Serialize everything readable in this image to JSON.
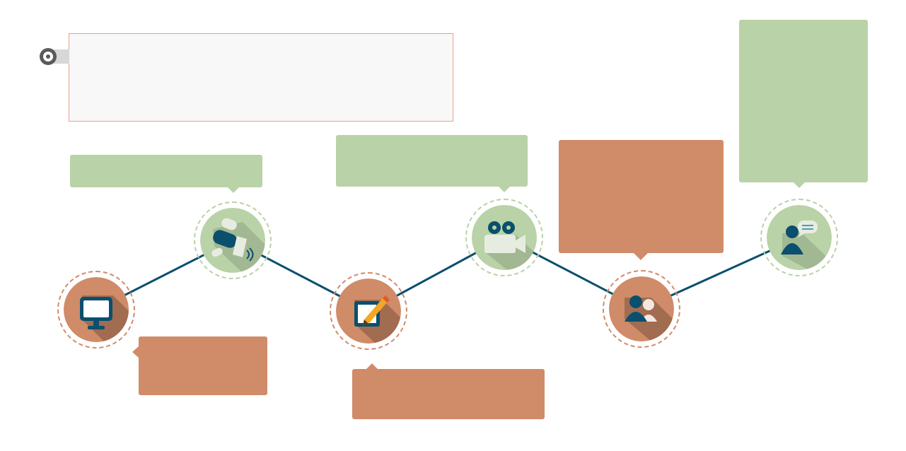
{
  "title_box": {
    "text": ""
  },
  "colors": {
    "connector": "#0a4f6e",
    "green": "#b9d2a7",
    "orange": "#d08b68",
    "icon_dark": "#0a4f6e",
    "title_border": "#e9a08a"
  },
  "nodes": [
    {
      "icon": "monitor-icon",
      "color": "orange"
    },
    {
      "icon": "gamepad-icon",
      "color": "green"
    },
    {
      "icon": "edit-pencil-icon",
      "color": "orange"
    },
    {
      "icon": "video-camera-icon",
      "color": "green"
    },
    {
      "icon": "users-icon",
      "color": "orange"
    },
    {
      "icon": "chat-user-icon",
      "color": "green"
    }
  ],
  "callouts": [
    {
      "text": ""
    },
    {
      "text": ""
    },
    {
      "text": ""
    },
    {
      "text": ""
    },
    {
      "text": ""
    },
    {
      "text": ""
    }
  ]
}
